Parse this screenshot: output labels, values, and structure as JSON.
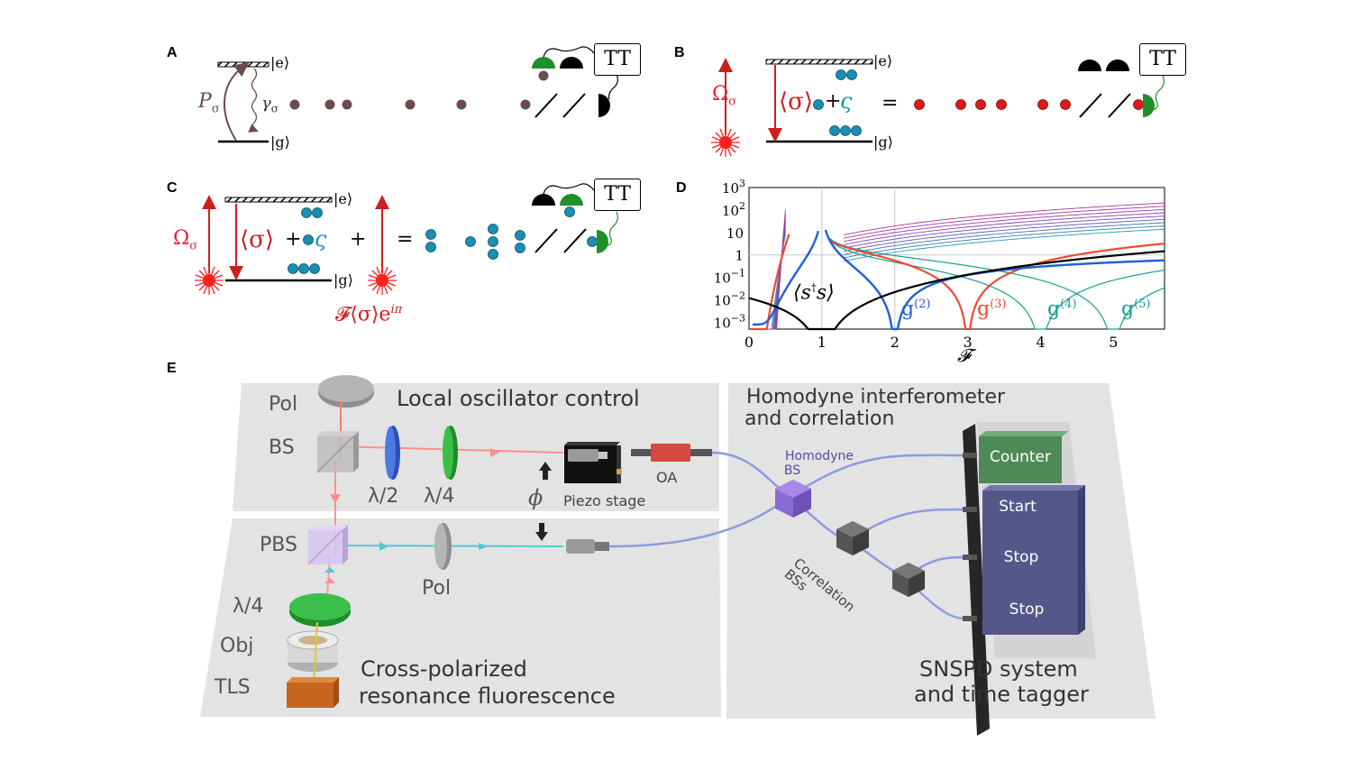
{
  "panels": {
    "A": {
      "label": "A",
      "ket_e": "|e⟩",
      "ket_g": "|g⟩",
      "pump": "P",
      "pump_sub": "σ",
      "decay": "γ",
      "decay_sub": "σ",
      "tt": "TT"
    },
    "B": {
      "label": "B",
      "rabi": "Ω",
      "rabi_sub": "σ",
      "ket_e": "|e⟩",
      "ket_g": "|g⟩",
      "coherent": "⟨σ⟩",
      "plus": "+",
      "fluct": "ς",
      "equals": "=",
      "tt": "TT"
    },
    "C": {
      "label": "C",
      "rabi": "Ω",
      "rabi_sub": "σ",
      "ket_e": "|e⟩",
      "ket_g": "|g⟩",
      "coherent": "⟨σ⟩",
      "plus": "+",
      "fluct": "ς",
      "plus2": "+",
      "equals": "=",
      "lo_term": "𝓕⟨σ⟩e",
      "lo_exp": "iπ",
      "tt": "TT"
    },
    "D": {
      "label": "D"
    },
    "E": {
      "label": "E",
      "lo_control": "Local oscillator control",
      "pol_top": "Pol",
      "bs": "BS",
      "half_wave": "λ/2",
      "quarter_wave": "λ/4",
      "phi": "ϕ",
      "piezo": "Piezo stage",
      "oa": "OA",
      "pbs": "PBS",
      "pol_bottom": "Pol",
      "quarter_wave_bottom": "λ/4",
      "obj": "Obj",
      "tls": "TLS",
      "rf_line1": "Cross-polarized",
      "rf_line2": "resonance fluorescence",
      "homodyne_line1": "Homodyne interferometer",
      "homodyne_line2": "and correlation",
      "homodyne_bs_line1": "Homodyne",
      "homodyne_bs_line2": "BS",
      "correlation_line1": "Correlation",
      "correlation_line2": "BSs",
      "counter": "Counter",
      "start": "Start",
      "stop1": "Stop",
      "stop2": "Stop",
      "snspd_line1": "SNSPD system",
      "snspd_line2": "and time tagger"
    }
  },
  "colors": {
    "brown": "#6b4c4c",
    "red": "#e8232a",
    "teal_dot": "#1a8fb3",
    "green": "#1f8f2a",
    "blue": "#1e5fd6",
    "coral": "#f04a30",
    "teal": "#17a08f",
    "panel_bg": "#e4e4e4",
    "counter_bg": "#4d8a58",
    "stack_bg": "#55578a"
  },
  "chart_data": {
    "type": "line",
    "x_axis": {
      "symbol": "𝓕",
      "range": [
        0,
        5.7
      ],
      "ticks": [
        "0",
        "1",
        "2",
        "3",
        "4",
        "5"
      ]
    },
    "y_axis": {
      "scale": "log",
      "range": [
        0.0005,
        1000
      ],
      "ticks": [
        {
          "base": "10",
          "exp": "3"
        },
        {
          "base": "10",
          "exp": "2"
        },
        {
          "base": "10",
          "exp": ""
        },
        {
          "base": "1",
          "exp": ""
        },
        {
          "base": "10",
          "exp": "−1"
        },
        {
          "base": "10",
          "exp": "−2"
        },
        {
          "base": "10",
          "exp": "−3"
        }
      ]
    },
    "grid": true,
    "series": [
      {
        "name": "⟨s†s⟩",
        "color": "#000000"
      },
      {
        "name": "g(2)",
        "color": "#1e5fd6"
      },
      {
        "name": "g(3)",
        "color": "#f04a30"
      },
      {
        "name": "g(4)",
        "color": "#17a08f"
      },
      {
        "name": "g(5)",
        "color": "#17a08f"
      }
    ],
    "annotations": {
      "sts": {
        "pre": "⟨s",
        "sup": "†",
        "post": "s⟩"
      },
      "g2": {
        "base": "g",
        "sup": "(2)"
      },
      "g3": {
        "base": "g",
        "sup": "(3)"
      },
      "g4": {
        "base": "g",
        "sup": "(4)"
      },
      "g5": {
        "base": "g",
        "sup": "(5)"
      }
    }
  }
}
